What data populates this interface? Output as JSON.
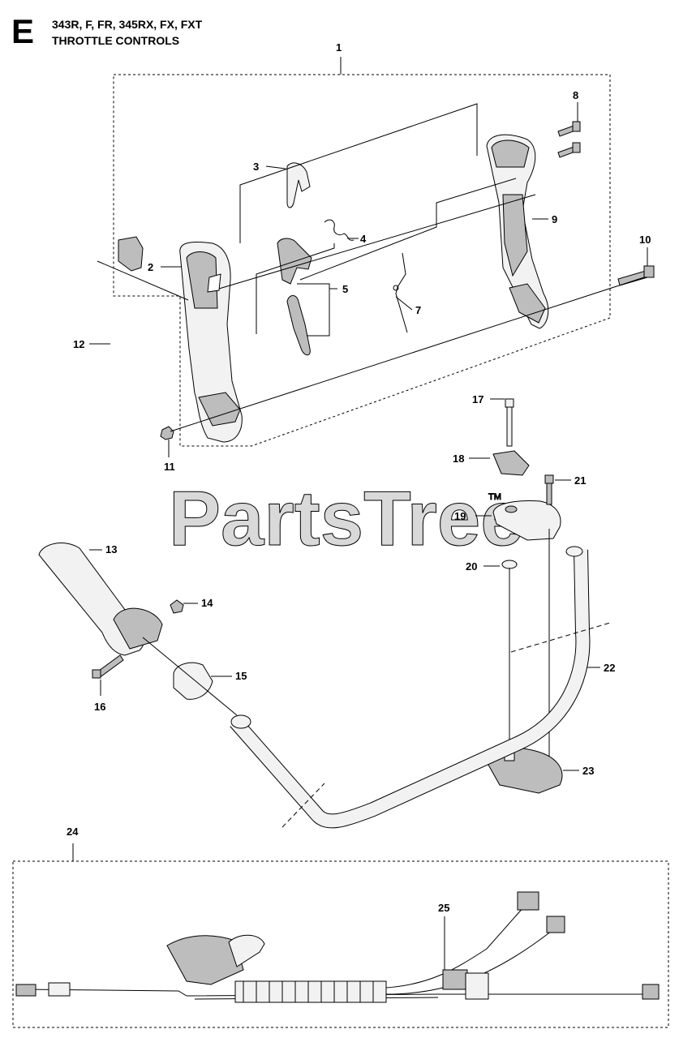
{
  "header": {
    "section_letter": "E",
    "models": "343R, F, FR, 345RX, FX, FXT",
    "title": "THROTTLE CONTROLS"
  },
  "watermark": {
    "text": "PartsTree",
    "trademark": "TM"
  },
  "callouts": [
    "1",
    "2",
    "3",
    "4",
    "5",
    "7",
    "8",
    "9",
    "10",
    "11",
    "12",
    "13",
    "14",
    "15",
    "16",
    "17",
    "18",
    "19",
    "20",
    "21",
    "22",
    "23",
    "24",
    "25"
  ],
  "colors": {
    "line": "#000000",
    "part_fill": "#f2f2f2",
    "part_shade": "#bdbdbd",
    "watermark": "#d9d9d9"
  }
}
